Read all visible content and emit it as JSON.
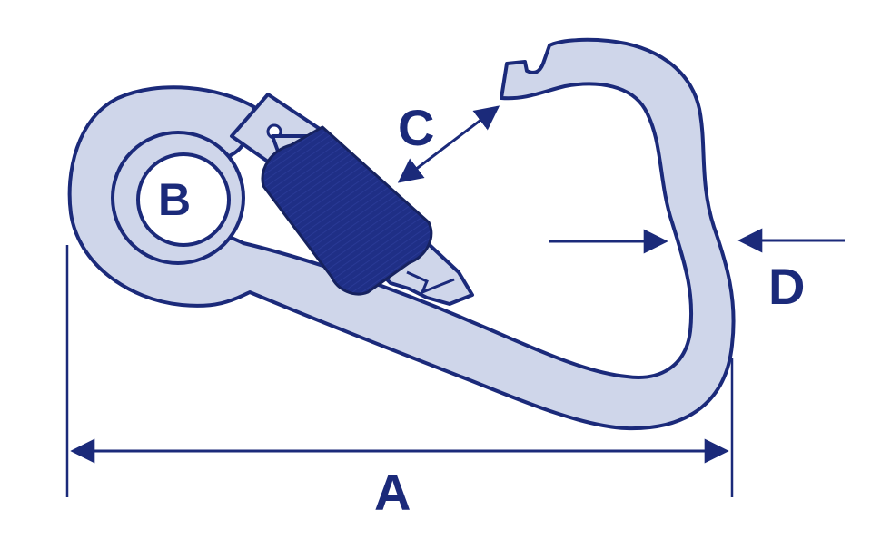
{
  "labels": {
    "A": "A",
    "B": "B",
    "C": "C",
    "D": "D"
  },
  "colors": {
    "outline": "#1b2a7a",
    "metal_fill": "#cfd6ea",
    "sleeve": "#1f2f86",
    "background": "#ffffff"
  }
}
